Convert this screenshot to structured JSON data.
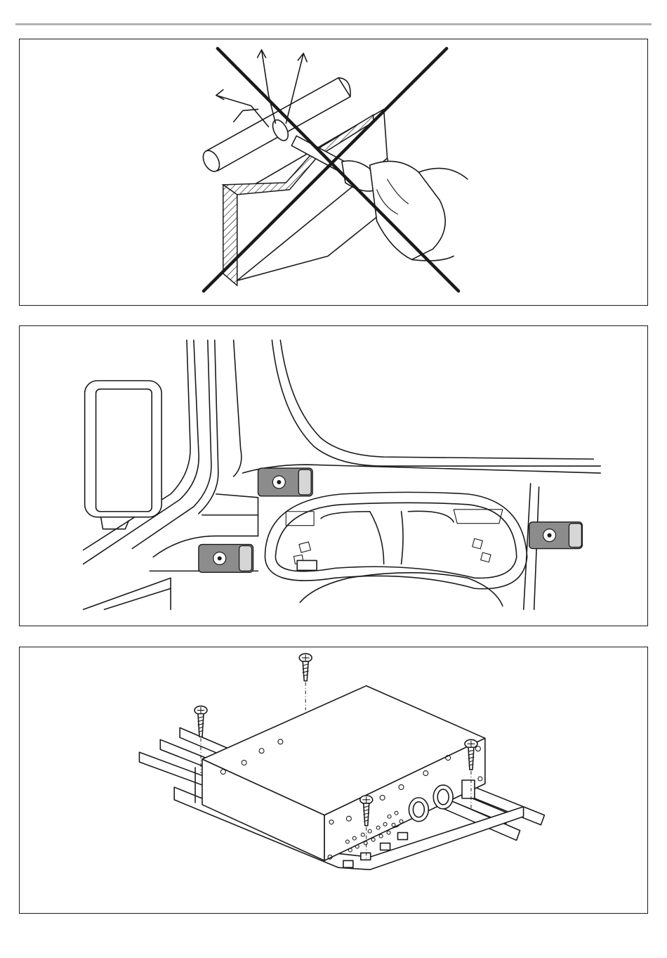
{
  "page": {
    "panels": [
      {
        "id": "panel-1",
        "content": "prohibited-drilling-near-pipe"
      },
      {
        "id": "panel-2",
        "content": "cab-interior-mounting-locations"
      },
      {
        "id": "panel-3",
        "content": "control-unit-screw-mounting"
      }
    ],
    "colors": {
      "line": "#1a1a1a",
      "rule": "#b3b3b3",
      "unit_fill": "#8c8c8c"
    },
    "icons": [
      "prohibited-cross-icon",
      "screw-icon",
      "control-unit-icon"
    ]
  }
}
